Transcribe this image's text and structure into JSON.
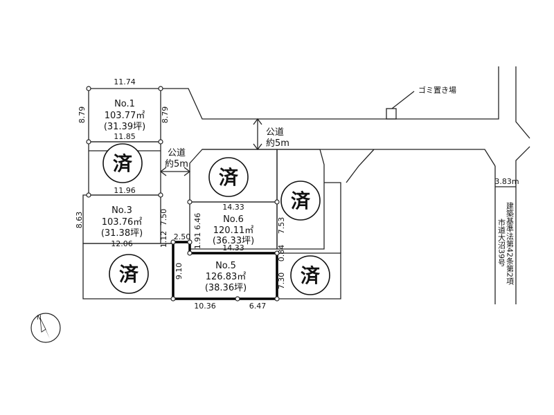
{
  "lots": {
    "no1": {
      "label": "No.1",
      "area_m2": "103.77㎡",
      "area_tsubo": "(31.39坪)"
    },
    "no3": {
      "label": "No.3",
      "area_m2": "103.76㎡",
      "area_tsubo": "(31.38坪)"
    },
    "no5": {
      "label": "No.5",
      "area_m2": "126.83㎡",
      "area_tsubo": "(38.36坪)"
    },
    "no6": {
      "label": "No.6",
      "area_m2": "120.11㎡",
      "area_tsubo": "(36.33坪)"
    }
  },
  "sold_mark": "済",
  "roads": {
    "north_label": "公道",
    "north_width": "約5m",
    "west_label": "公道",
    "west_width": "約5m",
    "east_width": "3.83m",
    "east_label_1": "建築基準法第42条第2項",
    "east_label_2": "市道大沼39号"
  },
  "garbage_label": "ゴミ置き場",
  "dims": {
    "d_11_74": "11.74",
    "d_8_79_left": "8.79",
    "d_8_79_right": "8.79",
    "d_11_85": "11.85",
    "d_11_96": "11.96",
    "d_8_63": "8.63",
    "d_7_50": "7.50",
    "d_12_06": "12.06",
    "d_1_12": "1.12",
    "d_2_50": "2.50",
    "d_1_91": "1.91",
    "d_6_46": "6.46",
    "d_14_33_top": "14.33",
    "d_14_33_bottom": "14.33",
    "d_7_53": "7.53",
    "d_0_84": "0.84",
    "d_9_10": "9.10",
    "d_7_30": "7.30",
    "d_10_36": "10.36",
    "d_6_47": "6.47"
  },
  "north_arrow_label": "N"
}
